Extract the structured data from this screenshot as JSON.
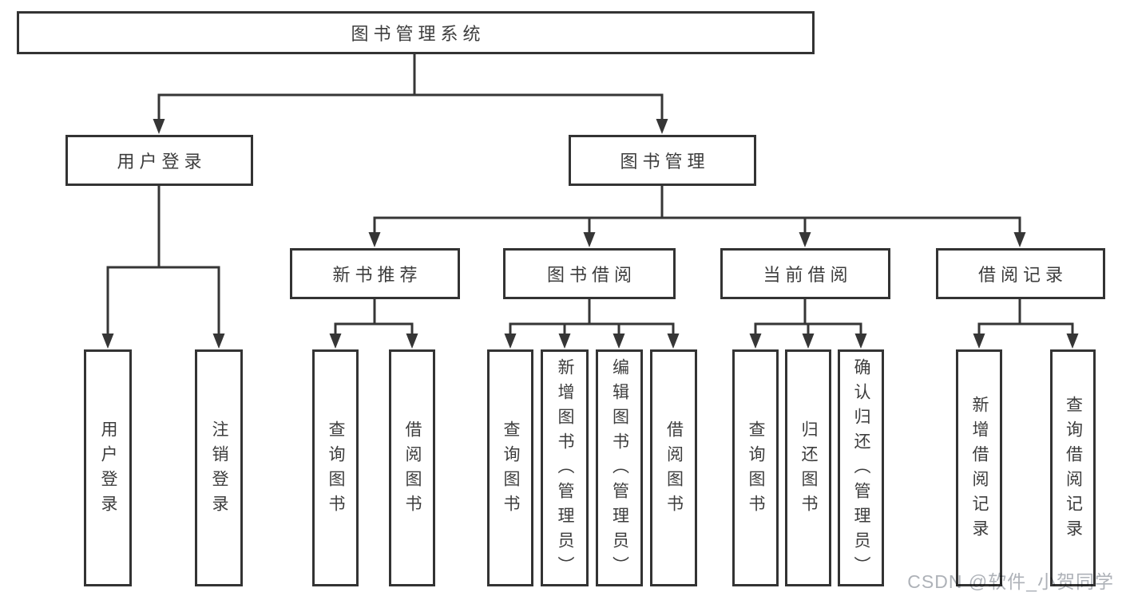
{
  "diagram": {
    "root": "图书管理系统",
    "nodes": {
      "user_login": {
        "label": "用户登录",
        "leaves": [
          "用户登录",
          "注销登录"
        ]
      },
      "book_mgmt": {
        "label": "图书管理"
      },
      "new_books": {
        "label": "新书推荐",
        "leaves": [
          "查询图书",
          "借阅图书"
        ]
      },
      "borrowing": {
        "label": "图书借阅",
        "leaves": [
          "查询图书",
          "新增图书（管理员）",
          "编辑图书（管理员）",
          "借阅图书"
        ]
      },
      "current": {
        "label": "当前借阅",
        "leaves": [
          "查询图书",
          "归还图书",
          "确认归还（管理员）"
        ]
      },
      "records": {
        "label": "借阅记录",
        "leaves": [
          "新增借阅记录",
          "查询借阅记录"
        ]
      }
    },
    "watermark": "CSDN @软件_小贺同学",
    "colors": {
      "line": "#363636",
      "box_border": "#333333",
      "text": "#3d3d3d",
      "watermark": "#aeb2b8",
      "background": "#ffffff"
    }
  }
}
